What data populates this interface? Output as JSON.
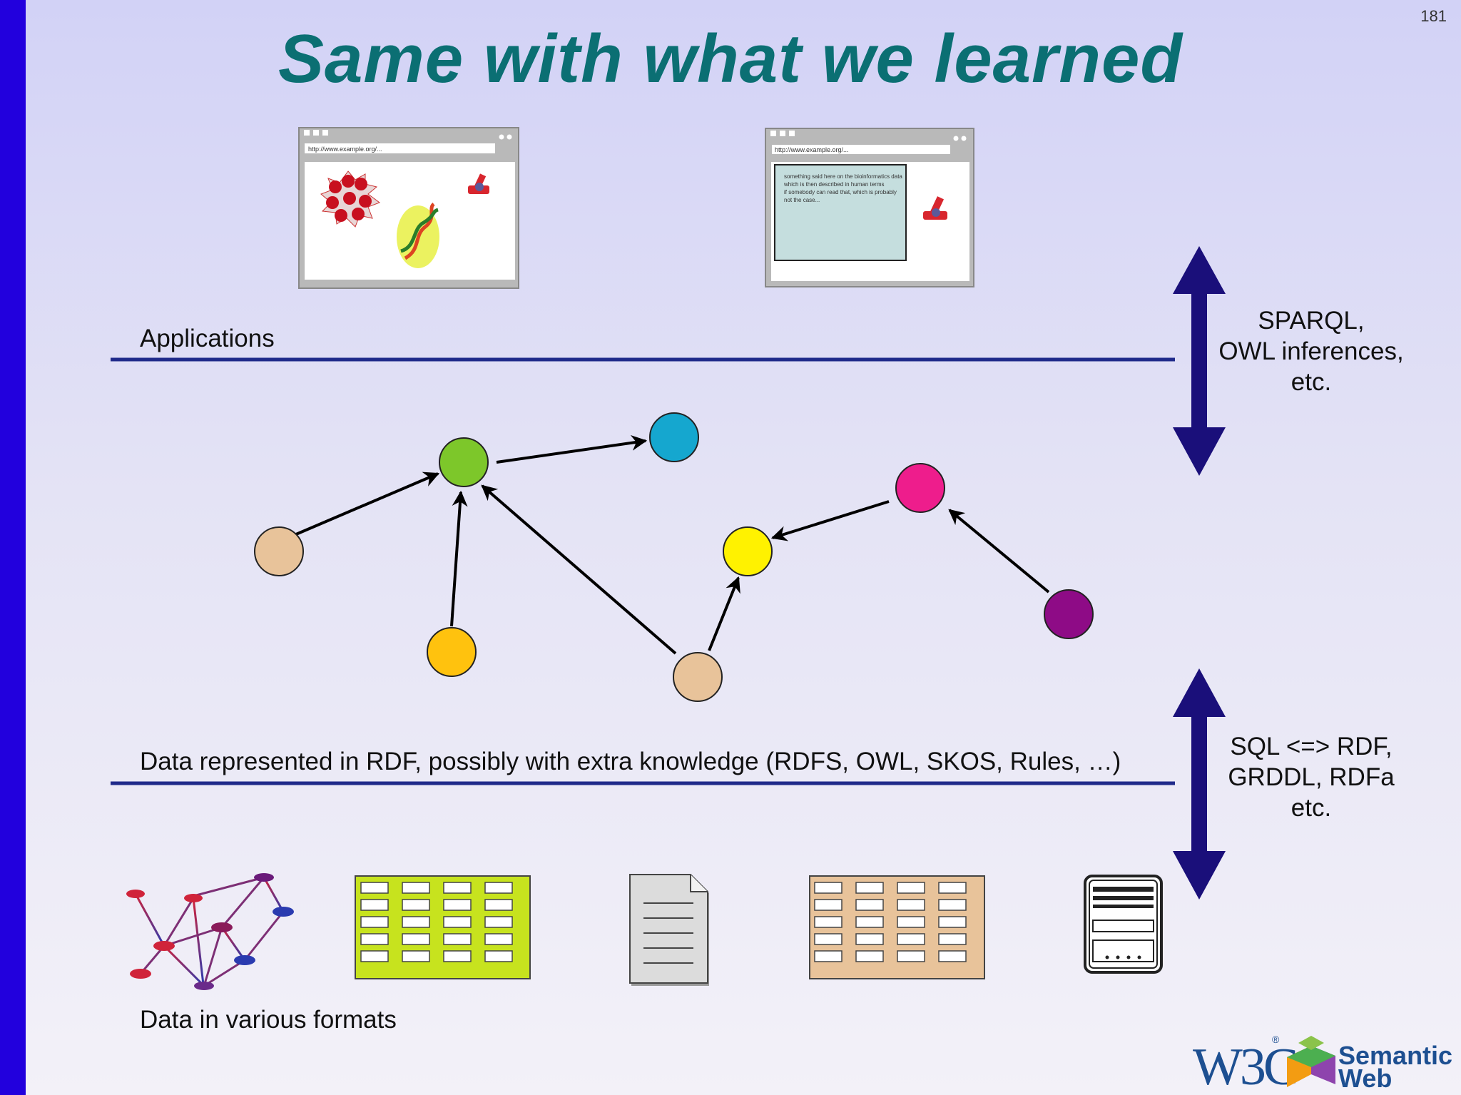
{
  "slide": {
    "title": "Same with what we learned",
    "page_number": "181"
  },
  "labels": {
    "applications": "Applications",
    "data_rdf": "Data represented in RDF, possibly with extra knowledge (RDFS, OWL, SKOS, Rules, …)",
    "data_formats": "Data in various formats"
  },
  "side_labels": {
    "upper": [
      "SPARQL,",
      "OWL inferences,",
      "etc."
    ],
    "lower": [
      "SQL <=> RDF,",
      "GRDDL, RDFa",
      "etc."
    ]
  },
  "browser_1": {
    "url": "http://www.example.org/..."
  },
  "browser_2": {
    "url": "http://www.example.org/...",
    "text_lines": [
      "something said here on the bioinformatics data",
      "which is then described in human terms",
      "if somebody can read that, which is probably",
      "not the case..."
    ]
  },
  "logo": {
    "w3c": "W3C",
    "registered_mark": "®",
    "line1": "Semantic",
    "line2": "Web"
  },
  "colors": {
    "title": "#0b6f73",
    "accent_bar": "#2200dd",
    "layer_line": "#1f2a8a",
    "arrow": "#1a0f7a"
  }
}
